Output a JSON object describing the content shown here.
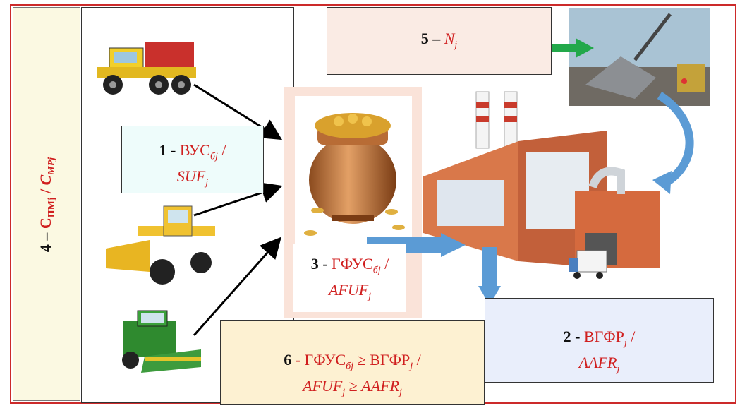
{
  "side_label": {
    "prefix": "4 – ",
    "c1": "C",
    "c1_sub": "ПМj",
    "sep": " / ",
    "c2": "C",
    "c2_sub": "MPj"
  },
  "box1": {
    "num": "1",
    "dash": " - ",
    "ru": "ВУС",
    "ru_sub": "бj",
    "slash": " /",
    "en": "SUF",
    "en_sub": "j"
  },
  "box2": {
    "num": "2",
    "dash": " - ",
    "ru": "ВГФР",
    "ru_sub": "j",
    "slash": " /",
    "en": "AAFR",
    "en_sub": "j"
  },
  "box3": {
    "num": "3",
    "dash": " - ",
    "ru": "ГФУС",
    "ru_sub": "бj",
    "slash": " /",
    "en": "AFUF",
    "en_sub": "j"
  },
  "box5": {
    "num": "5",
    "dash": " – ",
    "en": "N",
    "en_sub": "j"
  },
  "box6": {
    "num": "6",
    "dash": " - ",
    "ru1": "ГФУС",
    "ru1_sub": "бj",
    "geq1": " ≥ ",
    "ru2": "ВГФР",
    "ru2_sub": "j",
    "slash": " /",
    "en1": "AFUF",
    "en1_sub": "j",
    "geq2": " ≥ ",
    "en2": "AAFR",
    "en2_sub": "j"
  },
  "colors": {
    "frame": "#cc2a2a",
    "accent_text": "#d01f1f",
    "blue_arrow": "#5b9bd5",
    "green_arrow": "#22a84a"
  },
  "icons": [
    "dump-truck-icon",
    "grader-icon",
    "combine-harvester-icon",
    "money-pot-icon",
    "factory-icon",
    "scrapyard-icon"
  ]
}
